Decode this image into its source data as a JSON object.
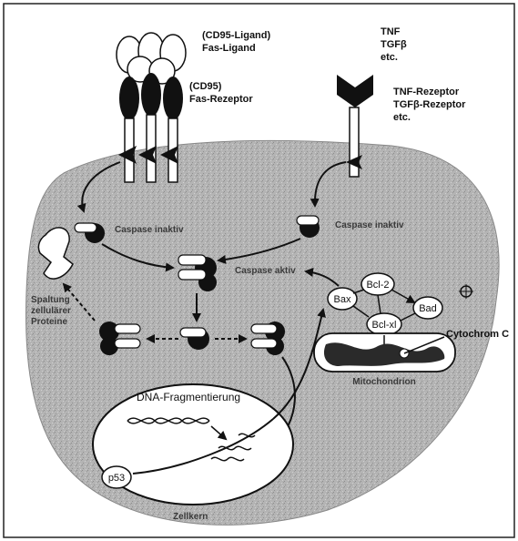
{
  "labels": {
    "cd95_ligand": "(CD95-Ligand)",
    "fas_ligand": "Fas-Ligand",
    "cd95": "(CD95)",
    "fas_receptor": "Fas-Rezeptor",
    "tnf": "TNF",
    "tgfb": "TGFβ",
    "etc_top": "etc.",
    "tnf_receptor": "TNF-Rezeptor",
    "tgfb_receptor": "TGFβ-Rezeptor",
    "etc_receptor": "etc.",
    "caspase_inactive_left": "Caspase inaktiv",
    "caspase_inactive_right": "Caspase inaktiv",
    "caspase_active": "Caspase aktiv",
    "cleavage_line1": "Spaltung",
    "cleavage_line2": "zellulärer",
    "cleavage_line3": "Proteine",
    "bcl2": "Bcl-2",
    "bax": "Bax",
    "bad": "Bad",
    "bclxl": "Bcl-xl",
    "cytochrome_c": "Cytochrom C",
    "mitochondrion": "Mitochondrion",
    "dna_fragmentation": "DNA-Fragmentierung",
    "p53": "p53",
    "nucleus": "Zellkern"
  },
  "colors": {
    "cell_fill": "#b4b4b4",
    "ink": "#111111",
    "background": "#ffffff"
  }
}
